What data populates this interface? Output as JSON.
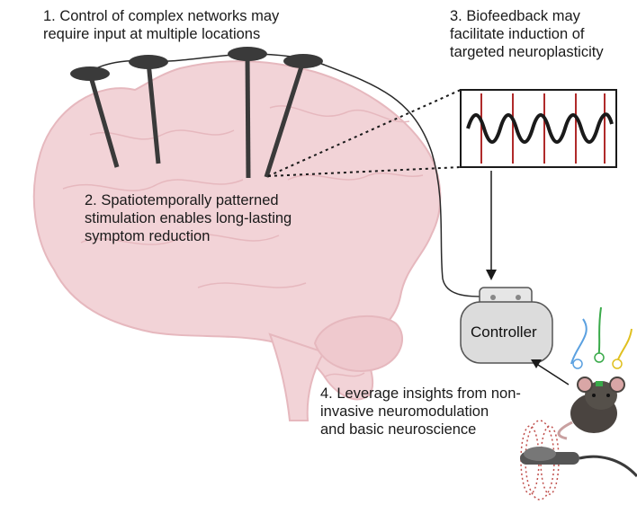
{
  "annotation_1": {
    "lines": [
      "1. Control of complex networks may",
      "require input at multiple locations"
    ]
  },
  "annotation_2": {
    "lines": [
      "2. Spatiotemporally patterned",
      "stimulation enables  long-lasting",
      "symptom reduction"
    ]
  },
  "annotation_3": {
    "lines": [
      "3. Biofeedback may",
      "facilitate  induction of",
      "targeted neuroplasticity"
    ]
  },
  "annotation_4": {
    "lines": [
      "4. Leverage insights from non-",
      "invasive neuromodulation",
      "and basic neuroscience"
    ]
  },
  "controller": {
    "label": "Controller"
  },
  "colors": {
    "brain_fill": "#f2d3d7",
    "brain_stroke": "#e6b8be",
    "electrode": "#3a3a3a",
    "signal_wave": "#1a1a1a",
    "trigger_lines": "#b02a2a",
    "controller_body": "#dcdcdc",
    "wire_blue": "#5aa0e0",
    "wire_green": "#3aaa4a",
    "wire_yellow": "#e0c020",
    "coil_red": "#c0504d"
  },
  "icons": {
    "electrodes": "depth-electrode-icon",
    "controller": "implantable-pulse-generator-icon",
    "mouse": "mouse-icon",
    "tms_coil": "magnetic-coil-icon"
  }
}
